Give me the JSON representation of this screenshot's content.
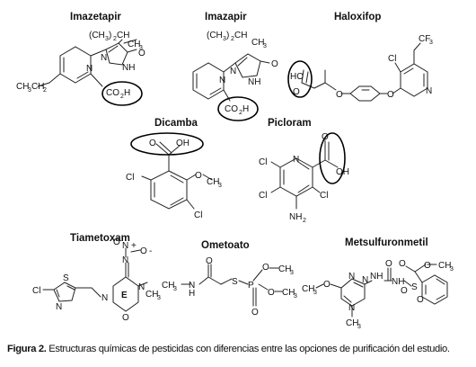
{
  "figure": {
    "compounds": [
      {
        "name": "Imazetapir"
      },
      {
        "name": "Imazapir"
      },
      {
        "name": "Haloxifop"
      },
      {
        "name": "Dicamba"
      },
      {
        "name": "Picloram"
      },
      {
        "name": "Tiametoxam"
      },
      {
        "name": "Ometoato"
      },
      {
        "name": "Metsulfuronmetil"
      }
    ],
    "caption_label": "Figura 2.",
    "caption_text": " Estructuras químicas de pesticidas con diferencias entre las opciones de purificación del estudio."
  }
}
